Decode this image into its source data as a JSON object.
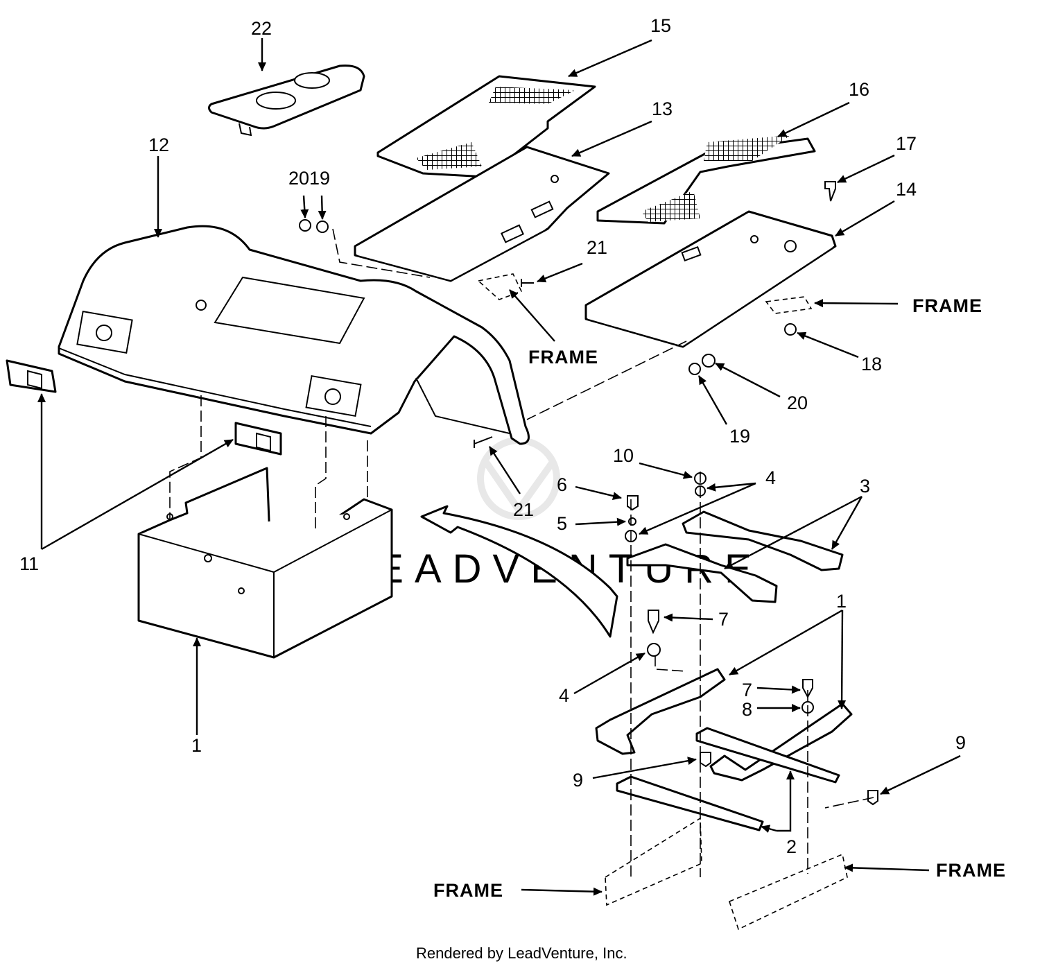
{
  "labels": {
    "n22": "22",
    "n15": "15",
    "n13": "13",
    "n16": "16",
    "n12": "12",
    "n2019": "2019",
    "n17": "17",
    "n14": "14",
    "n21a": "21",
    "frame_a": "FRAME",
    "frame_b": "FRAME",
    "n18": "18",
    "n20": "20",
    "n19": "19",
    "n10": "10",
    "n4a": "4",
    "n6": "6",
    "n3": "3",
    "n21b": "21",
    "n5": "5",
    "n11": "11",
    "n7a": "7",
    "n1a": "1",
    "n4b": "4",
    "n7b": "7",
    "n8": "8",
    "n1b": "1",
    "n9a": "9",
    "n9b": "9",
    "n2": "2",
    "frame_c": "FRAME",
    "frame_d": "FRAME"
  },
  "watermark": "LEADVENTURE",
  "footer": "Rendered by LeadVenture, Inc."
}
